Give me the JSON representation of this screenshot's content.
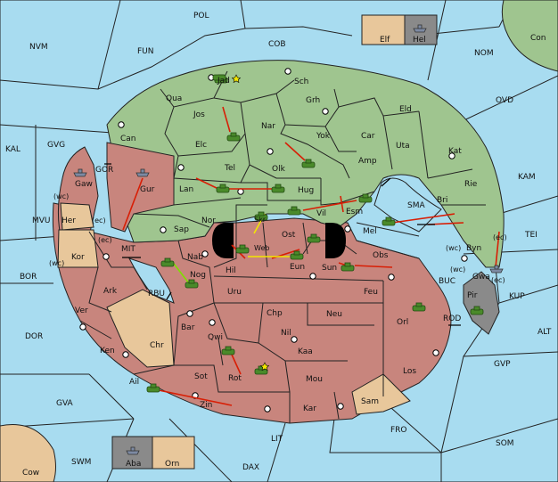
{
  "board": {
    "regions": {
      "pol": "POL",
      "cob": "COB",
      "nvm": "NVM",
      "fun": "FUN",
      "nom": "NOM",
      "con": "Con",
      "ovd": "OVD",
      "kal": "KAL",
      "gvg": "GVG",
      "kam": "KAM",
      "tei": "TEI",
      "mvu": "MVU",
      "bor": "BOR",
      "dor": "DOR",
      "gva": "GVA",
      "swm": "SWM",
      "dax": "DAX",
      "lit": "LIT",
      "fro": "FRO",
      "som": "SOM",
      "gvp": "GVP",
      "alt": "ALT",
      "kup": "KUP",
      "buc": "BUC",
      "rod": "ROD",
      "gor": "GOR",
      "mit": "MIT",
      "rbu": "RBU",
      "sma": "SMA",
      "cow": "Cow",
      "jad": "Jad",
      "sch": "Sch",
      "qua": "Qua",
      "jos": "Jos",
      "grh": "Grh",
      "eld": "Eld",
      "can": "Can",
      "elc": "Elc",
      "nar": "Nar",
      "yok": "Yok",
      "car": "Car",
      "uta": "Uta",
      "kat": "Kat",
      "tel": "Tel",
      "olk": "Olk",
      "amp": "Amp",
      "rie": "Rie",
      "lan": "Lan",
      "hug": "Hug",
      "bri": "Bri",
      "sap": "Sap",
      "nor": "Nor",
      "skr": "Skr",
      "vil": "Vil",
      "esm": "Esm",
      "mel": "Mel",
      "web": "Web",
      "ost": "Ost",
      "byn": "Byn",
      "gwa": "Gwa",
      "gaw": "Gaw",
      "gur": "Gur",
      "her": "Her",
      "kor": "Kor",
      "ark": "Ark",
      "ver": "Ver",
      "ken": "Ken",
      "ail": "Ail",
      "chr": "Chr",
      "nab": "Nab",
      "nog": "Nog",
      "hil": "Hil",
      "eun": "Eun",
      "sun": "Sun",
      "obs": "Obs",
      "uru": "Uru",
      "feu": "Feu",
      "pir": "Pir",
      "bar": "Bar",
      "chp": "Chp",
      "neu": "Neu",
      "orl": "Orl",
      "qwi": "Qwi",
      "nil": "Nil",
      "kaa": "Kaa",
      "los": "Los",
      "sot": "Sot",
      "rot": "Rot",
      "mou": "Mou",
      "sam": "Sam",
      "zin": "Zin",
      "kar": "Kar"
    },
    "coast_tags": {
      "wc1": "(wc)",
      "ec1": "(ec)",
      "ec2": "(ec)",
      "wc2": "(wc)",
      "wc3": "(wc)",
      "ec3": "(ec)",
      "wc4": "(wc)",
      "ec4": "(ec)"
    },
    "legend_top": {
      "left": "Elf",
      "right": "Hel"
    },
    "legend_bottom": {
      "left": "Aba",
      "right": "Orn"
    }
  }
}
